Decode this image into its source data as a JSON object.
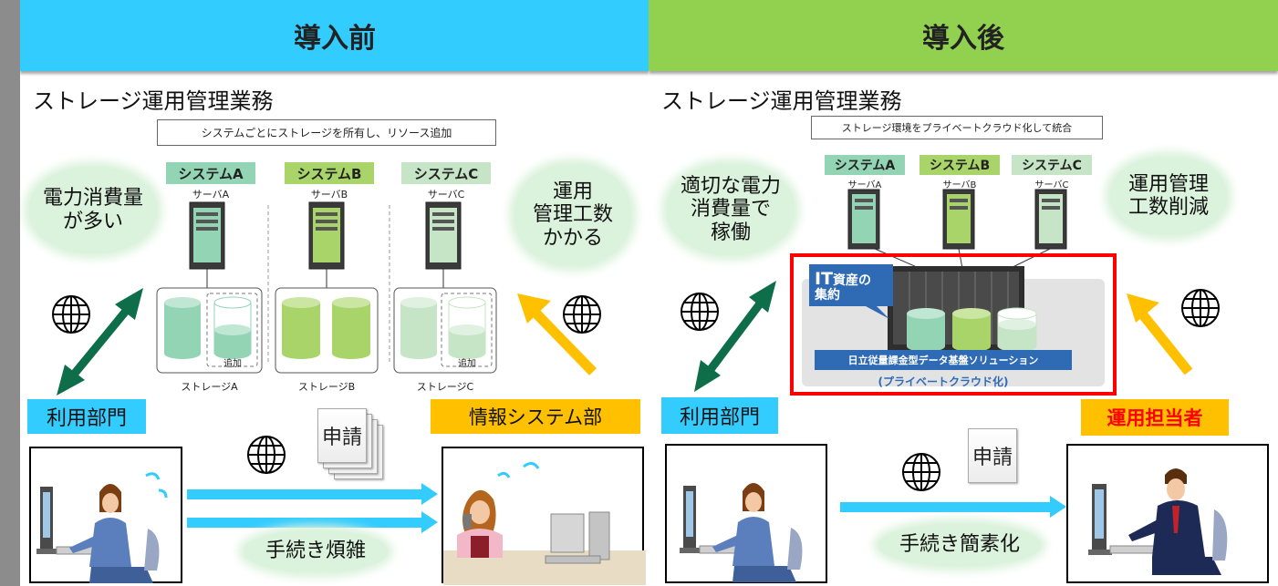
{
  "before": {
    "header": "導入前",
    "title": "ストレージ運用管理業務",
    "note": "システムごとにストレージを所有し、リソース追加",
    "systems": [
      {
        "name": "システムA",
        "server": "サーバA",
        "storage": "ストレージA",
        "color": "#93d4b5"
      },
      {
        "name": "システムB",
        "server": "サーバB",
        "storage": "ストレージB",
        "color": "#a9d46a"
      },
      {
        "name": "システムC",
        "server": "サーバC",
        "storage": "ストレージC",
        "color": "#c6e4c6"
      }
    ],
    "add_label": "追加",
    "cloud_left": "電力消費量\nが多い",
    "cloud_right": "運用\n管理工数\nかかる",
    "user_dept": "利用部門",
    "it_dept": "情報システム部",
    "request": "申請",
    "procedure": "手続き煩雑"
  },
  "after": {
    "header": "導入後",
    "title": "ストレージ運用管理業務",
    "note": "ストレージ環境をプライベートクラウド化して統合",
    "systems": [
      {
        "name": "システムA",
        "server": "サーバA",
        "color": "#93d4b5"
      },
      {
        "name": "システムB",
        "server": "サーバB",
        "color": "#a9d46a"
      },
      {
        "name": "システムC",
        "server": "サーバC",
        "color": "#c6e4c6"
      }
    ],
    "cloud_left": "適切な電力\n消費量で\n稼働",
    "cloud_right": "運用管理\n工数削減",
    "callout_it": "IT",
    "callout_rest": "資産の\n集約",
    "solution": "日立従量課金型データ基盤ソリューション",
    "private_cloud": "(プライベートクラウド化)",
    "user_dept": "利用部門",
    "operator": "運用担当者",
    "request": "申請",
    "procedure": "手続き簡素化"
  },
  "colors": {
    "header_before": "#33ccff",
    "header_after": "#92d050",
    "label_blue": "#33ccff",
    "label_orange": "#ffc000",
    "operator_text": "#ff0000",
    "double_arrow": "#0e6e4a",
    "up_arrow": "#ffc000",
    "flow_arrow": "#33ccff",
    "highlight_border": "#ff0000"
  }
}
